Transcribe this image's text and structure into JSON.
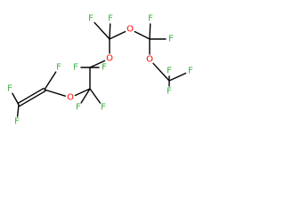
{
  "colors": {
    "F": "#3cb043",
    "O": "#ff0000",
    "bond": "#000000"
  },
  "atoms": [
    {
      "id": "f1",
      "element": "F"
    },
    {
      "id": "f2",
      "element": "F"
    },
    {
      "id": "f3",
      "element": "F"
    },
    {
      "id": "o1",
      "element": "O"
    },
    {
      "id": "f4",
      "element": "F"
    },
    {
      "id": "f5",
      "element": "F"
    },
    {
      "id": "f6",
      "element": "F"
    },
    {
      "id": "f7",
      "element": "F"
    },
    {
      "id": "o2",
      "element": "O"
    },
    {
      "id": "f8",
      "element": "F"
    },
    {
      "id": "f9",
      "element": "F"
    },
    {
      "id": "o3",
      "element": "O"
    },
    {
      "id": "f10",
      "element": "F"
    },
    {
      "id": "f11",
      "element": "F"
    },
    {
      "id": "o4",
      "element": "O"
    },
    {
      "id": "f12",
      "element": "F"
    },
    {
      "id": "f13",
      "element": "F"
    },
    {
      "id": "f14",
      "element": "F"
    }
  ]
}
